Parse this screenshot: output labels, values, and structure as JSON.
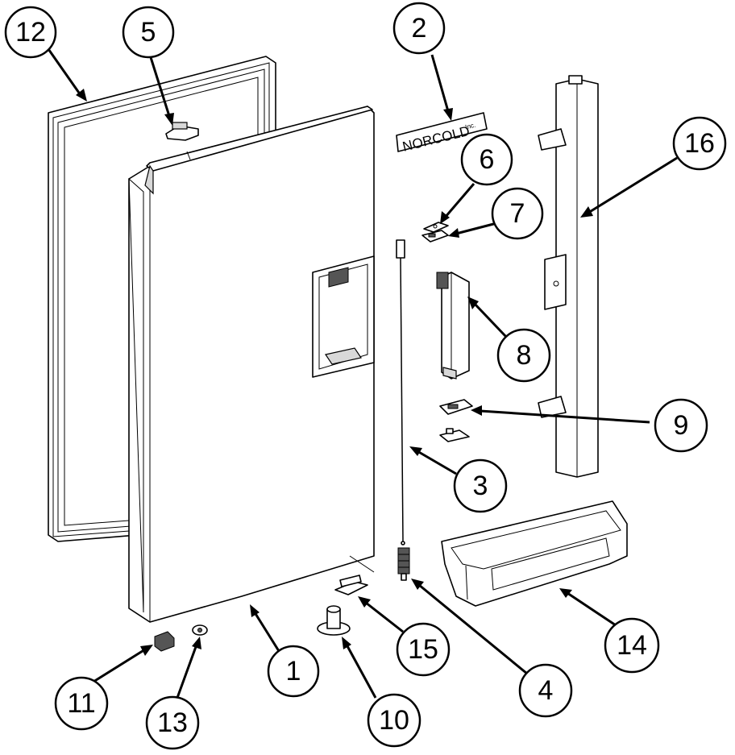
{
  "logo_text": "NORCOLD",
  "logo_subtext": "Inc.",
  "callouts": [
    {
      "id": "12",
      "label": "12"
    },
    {
      "id": "5",
      "label": "5"
    },
    {
      "id": "2",
      "label": "2"
    },
    {
      "id": "16",
      "label": "16"
    },
    {
      "id": "6",
      "label": "6"
    },
    {
      "id": "7",
      "label": "7"
    },
    {
      "id": "8",
      "label": "8"
    },
    {
      "id": "9",
      "label": "9"
    },
    {
      "id": "3",
      "label": "3"
    },
    {
      "id": "14",
      "label": "14"
    },
    {
      "id": "4",
      "label": "4"
    },
    {
      "id": "15",
      "label": "15"
    },
    {
      "id": "1",
      "label": "1"
    },
    {
      "id": "10",
      "label": "10"
    },
    {
      "id": "11",
      "label": "11"
    },
    {
      "id": "13",
      "label": "13"
    }
  ]
}
